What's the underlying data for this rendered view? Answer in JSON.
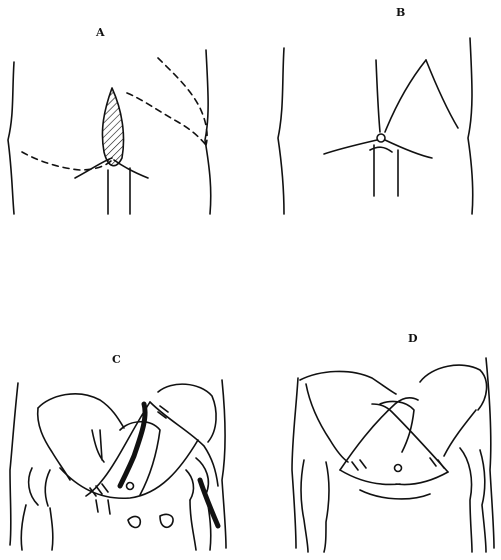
{
  "figure": {
    "panels": [
      {
        "id": "a",
        "label": "A"
      },
      {
        "id": "b",
        "label": "B"
      },
      {
        "id": "c",
        "label": "C"
      },
      {
        "id": "d",
        "label": "D"
      }
    ],
    "colors": {
      "ink": "#111111",
      "paper": "#ffffff"
    }
  }
}
